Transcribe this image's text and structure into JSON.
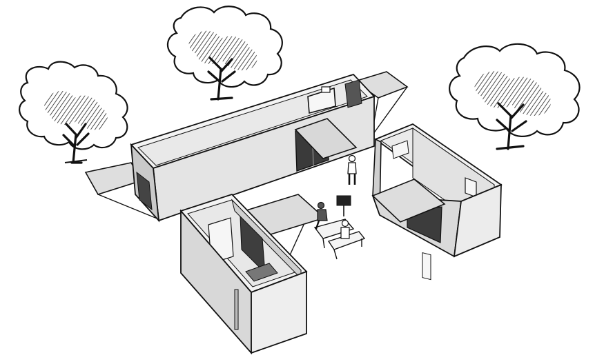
{
  "scene": {
    "description_visible_text": [],
    "style": {
      "line_color": "#111111",
      "wall_top_color": "#f2f2f2",
      "wall_light_color": "#e6e6e6",
      "wall_mid_color": "#d4d4d4",
      "wall_dark_color": "#bdbdbd",
      "floor_color": "#ededed",
      "glass_color": "#3a3a3a",
      "canopy_color": "#dcdcdc",
      "tree_canopy_color": "#ffffff",
      "hatch_color": "#222222"
    },
    "trees": [
      {
        "name": "tree-left"
      },
      {
        "name": "tree-center"
      },
      {
        "name": "tree-right"
      }
    ],
    "containers": [
      {
        "name": "container-long"
      },
      {
        "name": "container-right"
      },
      {
        "name": "container-front"
      }
    ],
    "people": [
      {
        "name": "person-standing"
      },
      {
        "name": "person-seated-left"
      },
      {
        "name": "person-seated-right"
      }
    ]
  }
}
